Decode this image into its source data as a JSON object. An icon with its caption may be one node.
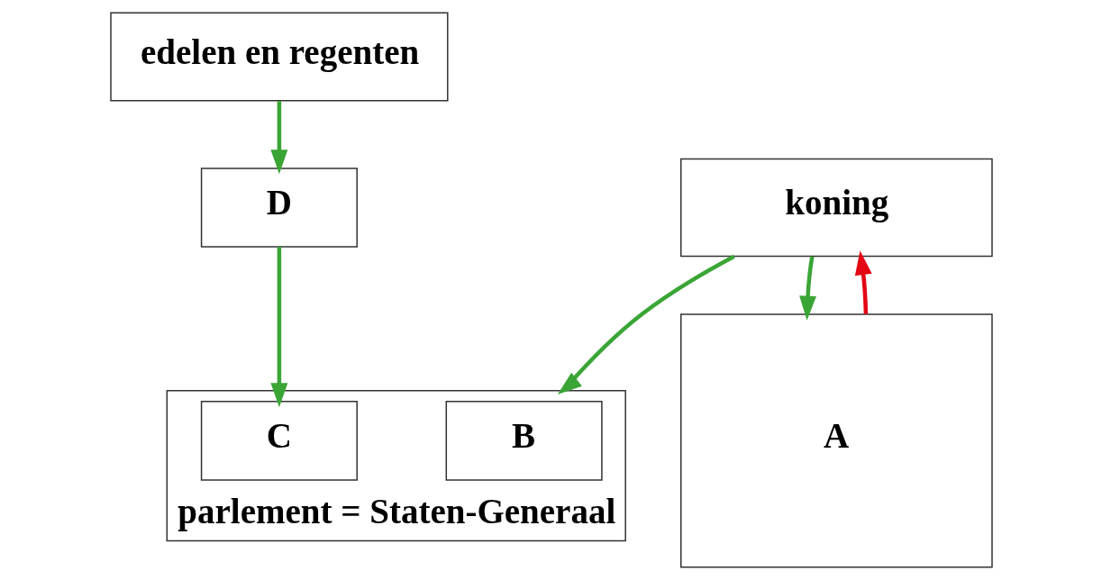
{
  "diagram": {
    "nodes": [
      {
        "text": [
          "koning"
        ]
      },
      {
        "text": [
          "parlement = Staten-Generaal"
        ]
      },
      {
        "text": [
          "B"
        ],
        "in": 1
      },
      {
        "text": [
          "C"
        ],
        "in": 1
      },
      {
        "text": [
          "A"
        ]
      },
      {
        "text": [
          "D"
        ]
      },
      {
        "text": [
          "edelen en regenten"
        ]
      }
    ],
    "edges": [
      {
        "from": 0,
        "to": 4,
        "arrow": "to"
      },
      {
        "from": 4,
        "to": 0,
        "arrow": "to",
        "color": "#e30613"
      },
      {
        "from": 0,
        "to": 1,
        "arrow": "to"
      },
      {
        "from": 5,
        "to": 3,
        "arrow": "to"
      },
      {
        "from": 6,
        "to": 5,
        "arrow": "to"
      }
    ]
  }
}
